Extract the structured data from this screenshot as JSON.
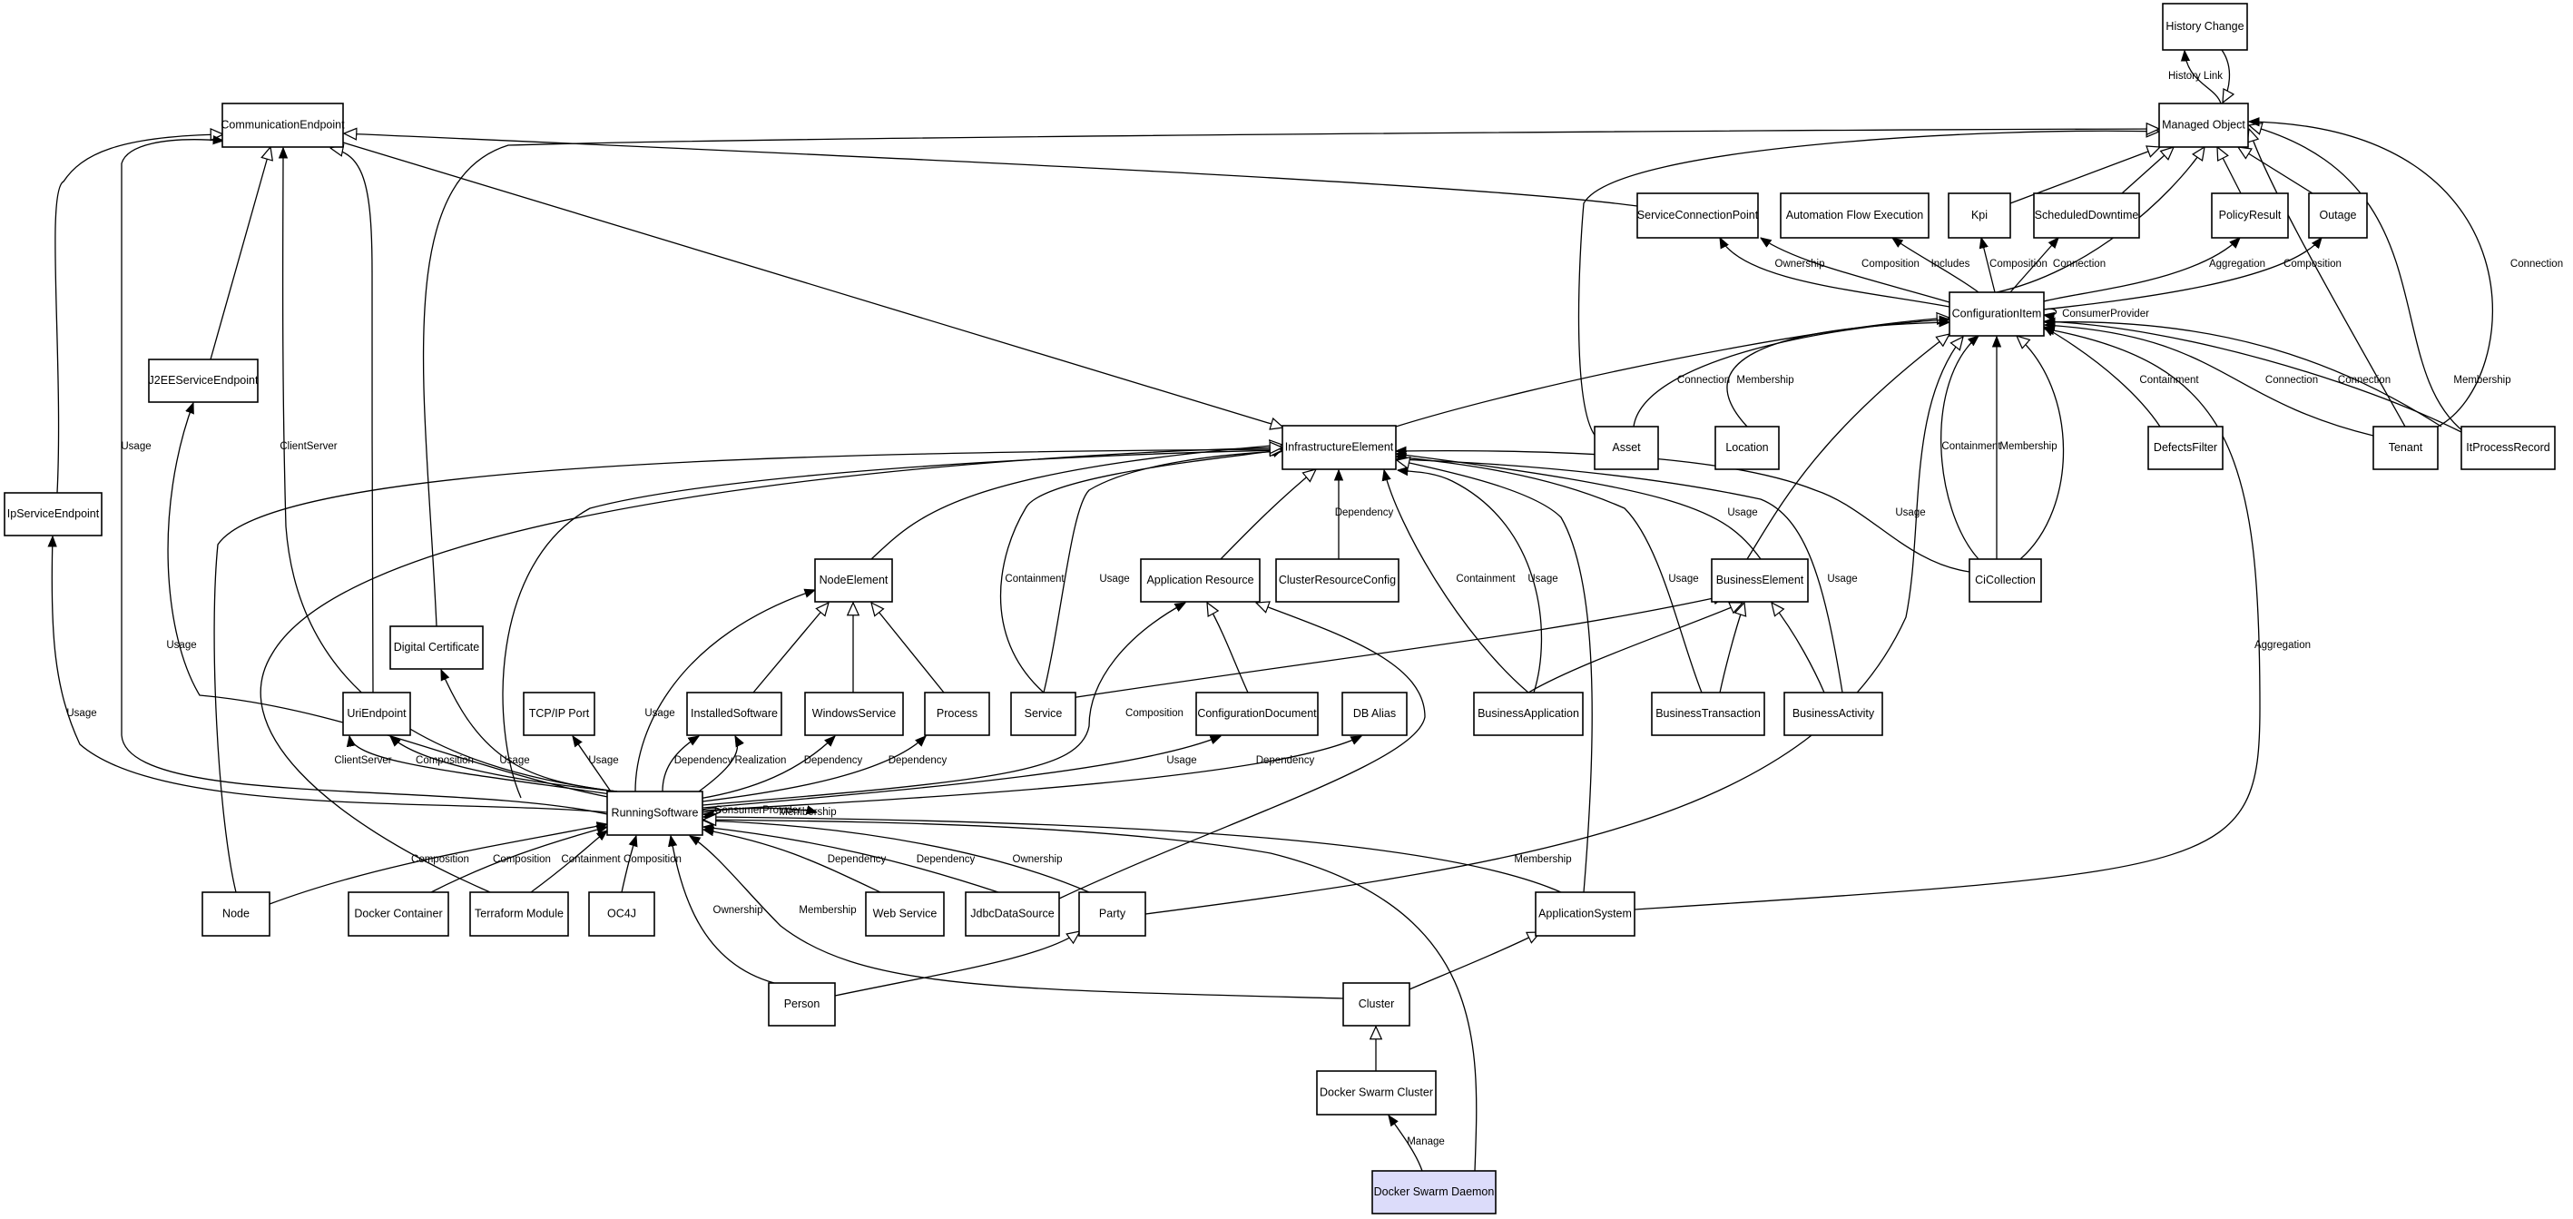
{
  "nodes": [
    {
      "id": "history_change",
      "label": "History Change"
    },
    {
      "id": "managed_object",
      "label": "Managed Object"
    },
    {
      "id": "communication_endpoint",
      "label": "CommunicationEndpoint"
    },
    {
      "id": "service_connection_point",
      "label": "ServiceConnectionPoint"
    },
    {
      "id": "automation_flow_execution",
      "label": "Automation Flow Execution"
    },
    {
      "id": "kpi",
      "label": "Kpi"
    },
    {
      "id": "scheduled_downtime",
      "label": "ScheduledDowntime"
    },
    {
      "id": "policy_result",
      "label": "PolicyResult"
    },
    {
      "id": "outage",
      "label": "Outage"
    },
    {
      "id": "configuration_item",
      "label": "ConfigurationItem"
    },
    {
      "id": "j2ee_service_endpoint",
      "label": "J2EEServiceEndpoint"
    },
    {
      "id": "infrastructure_element",
      "label": "InfrastructureElement"
    },
    {
      "id": "asset",
      "label": "Asset"
    },
    {
      "id": "location",
      "label": "Location"
    },
    {
      "id": "defects_filter",
      "label": "DefectsFilter"
    },
    {
      "id": "tenant",
      "label": "Tenant"
    },
    {
      "id": "it_process_record",
      "label": "ItProcessRecord"
    },
    {
      "id": "ip_service_endpoint",
      "label": "IpServiceEndpoint"
    },
    {
      "id": "node_element",
      "label": "NodeElement"
    },
    {
      "id": "application_resource",
      "label": "Application Resource"
    },
    {
      "id": "cluster_resource_config",
      "label": "ClusterResourceConfig"
    },
    {
      "id": "business_element",
      "label": "BusinessElement"
    },
    {
      "id": "ci_collection",
      "label": "CiCollection"
    },
    {
      "id": "digital_certificate",
      "label": "Digital Certificate"
    },
    {
      "id": "uri_endpoint",
      "label": "UriEndpoint"
    },
    {
      "id": "tcpip_port",
      "label": "TCP/IP Port"
    },
    {
      "id": "installed_software",
      "label": "InstalledSoftware"
    },
    {
      "id": "windows_service",
      "label": "WindowsService"
    },
    {
      "id": "process",
      "label": "Process"
    },
    {
      "id": "service",
      "label": "Service"
    },
    {
      "id": "configuration_document",
      "label": "ConfigurationDocument"
    },
    {
      "id": "db_alias",
      "label": "DB Alias"
    },
    {
      "id": "business_application",
      "label": "BusinessApplication"
    },
    {
      "id": "business_transaction",
      "label": "BusinessTransaction"
    },
    {
      "id": "business_activity",
      "label": "BusinessActivity"
    },
    {
      "id": "running_software",
      "label": "RunningSoftware"
    },
    {
      "id": "node",
      "label": "Node"
    },
    {
      "id": "docker_container",
      "label": "Docker Container"
    },
    {
      "id": "terraform_module",
      "label": "Terraform Module"
    },
    {
      "id": "oc4j",
      "label": "OC4J"
    },
    {
      "id": "web_service",
      "label": "Web Service"
    },
    {
      "id": "jdbc_data_source",
      "label": "JdbcDataSource"
    },
    {
      "id": "party",
      "label": "Party"
    },
    {
      "id": "application_system",
      "label": "ApplicationSystem"
    },
    {
      "id": "person",
      "label": "Person"
    },
    {
      "id": "cluster",
      "label": "Cluster"
    },
    {
      "id": "docker_swarm_cluster",
      "label": "Docker Swarm Cluster"
    },
    {
      "id": "docker_swarm_daemon",
      "label": "Docker Swarm Daemon"
    }
  ],
  "edges": [
    {
      "id": "e01",
      "from": "managed_object",
      "to": "history_change",
      "label": "History Link",
      "arrow": "filled"
    },
    {
      "id": "e02",
      "from": "history_change",
      "to": "managed_object",
      "label": "",
      "arrow": "hollow"
    },
    {
      "id": "e03",
      "from": "kpi",
      "to": "managed_object",
      "label": "",
      "arrow": "hollow"
    },
    {
      "id": "e04",
      "from": "scheduled_downtime",
      "to": "managed_object",
      "label": "",
      "arrow": "hollow"
    },
    {
      "id": "e05",
      "from": "policy_result",
      "to": "managed_object",
      "label": "",
      "arrow": "hollow"
    },
    {
      "id": "e06",
      "from": "outage",
      "to": "managed_object",
      "label": "",
      "arrow": "hollow"
    },
    {
      "id": "e07",
      "from": "configuration_item",
      "to": "managed_object",
      "label": "",
      "arrow": "hollow"
    },
    {
      "id": "e08",
      "from": "asset",
      "to": "managed_object",
      "label": "",
      "arrow": "hollow"
    },
    {
      "id": "e09",
      "from": "tenant",
      "to": "managed_object",
      "label": "",
      "arrow": "hollow"
    },
    {
      "id": "e10",
      "from": "it_process_record",
      "to": "managed_object",
      "label": "",
      "arrow": "hollow"
    },
    {
      "id": "e11",
      "from": "tenant",
      "to": "managed_object",
      "label": "Connection",
      "arrow": "filled"
    },
    {
      "id": "e12",
      "from": "digital_certificate",
      "to": "managed_object",
      "label": "",
      "arrow": "hollow"
    },
    {
      "id": "e13",
      "from": "service_connection_point",
      "to": "communication_endpoint",
      "label": "",
      "arrow": "hollow"
    },
    {
      "id": "e14",
      "from": "configuration_item",
      "to": "service_connection_point",
      "label": "Ownership",
      "arrow": "filled"
    },
    {
      "id": "e15",
      "from": "configuration_item",
      "to": "service_connection_point",
      "label": "Composition",
      "arrow": "filled"
    },
    {
      "id": "e16",
      "from": "configuration_item",
      "to": "automation_flow_execution",
      "label": "Includes",
      "arrow": "filled"
    },
    {
      "id": "e17",
      "from": "configuration_item",
      "to": "kpi",
      "label": "Composition",
      "arrow": "filled"
    },
    {
      "id": "e18",
      "from": "configuration_item",
      "to": "scheduled_downtime",
      "label": "Connection",
      "arrow": "filled"
    },
    {
      "id": "e19",
      "from": "configuration_item",
      "to": "policy_result",
      "label": "Aggregation",
      "arrow": "filled"
    },
    {
      "id": "e20",
      "from": "configuration_item",
      "to": "outage",
      "label": "Composition",
      "arrow": "filled"
    },
    {
      "id": "e21",
      "from": "configuration_item",
      "to": "configuration_item",
      "label": "ConsumerProvider",
      "arrow": "filled"
    },
    {
      "id": "e22",
      "from": "infrastructure_element",
      "to": "configuration_item",
      "label": "",
      "arrow": "hollow"
    },
    {
      "id": "e23",
      "from": "asset",
      "to": "configuration_item",
      "label": "Connection",
      "arrow": "filled"
    },
    {
      "id": "e24",
      "from": "location",
      "to": "configuration_item",
      "label": "Membership",
      "arrow": "filled"
    },
    {
      "id": "e25",
      "from": "defects_filter",
      "to": "configuration_item",
      "label": "Containment",
      "arrow": "filled"
    },
    {
      "id": "e26",
      "from": "tenant",
      "to": "configuration_item",
      "label": "Connection",
      "arrow": "filled"
    },
    {
      "id": "e27",
      "from": "it_process_record",
      "to": "configuration_item",
      "label": "Connection",
      "arrow": "filled"
    },
    {
      "id": "e28",
      "from": "tenant",
      "to": "configuration_item",
      "label": "Membership",
      "arrow": "filled"
    },
    {
      "id": "e29",
      "from": "ci_collection",
      "to": "configuration_item",
      "label": "Containment",
      "arrow": "filled"
    },
    {
      "id": "e30",
      "from": "ci_collection",
      "to": "configuration_item",
      "label": "Membership",
      "arrow": "filled"
    },
    {
      "id": "e31",
      "from": "ci_collection",
      "to": "configuration_item",
      "label": "",
      "arrow": "hollow"
    },
    {
      "id": "e32",
      "from": "business_element",
      "to": "configuration_item",
      "label": "",
      "arrow": "hollow"
    },
    {
      "id": "e33",
      "from": "application_system",
      "to": "configuration_item",
      "label": "Aggregation",
      "arrow": "filled"
    },
    {
      "id": "e34",
      "from": "party",
      "to": "configuration_item",
      "label": "",
      "arrow": "hollow"
    },
    {
      "id": "e35",
      "from": "j2ee_service_endpoint",
      "to": "communication_endpoint",
      "label": "",
      "arrow": "hollow"
    },
    {
      "id": "e36",
      "from": "ip_service_endpoint",
      "to": "communication_endpoint",
      "label": "",
      "arrow": "hollow"
    },
    {
      "id": "e37",
      "from": "uri_endpoint",
      "to": "communication_endpoint",
      "label": "",
      "arrow": "hollow"
    },
    {
      "id": "e38",
      "from": "communication_endpoint",
      "to": "infrastructure_element",
      "label": "",
      "arrow": "hollow"
    },
    {
      "id": "e39",
      "from": "running_software",
      "to": "communication_endpoint",
      "label": "Usage",
      "arrow": "filled"
    },
    {
      "id": "e40",
      "from": "running_software",
      "to": "communication_endpoint",
      "label": "ClientServer",
      "arrow": "filled"
    },
    {
      "id": "e41",
      "from": "running_software",
      "to": "j2ee_service_endpoint",
      "label": "Usage",
      "arrow": "filled"
    },
    {
      "id": "e42",
      "from": "running_software",
      "to": "ip_service_endpoint",
      "label": "Usage",
      "arrow": "filled"
    },
    {
      "id": "e43",
      "from": "node_element",
      "to": "infrastructure_element",
      "label": "",
      "arrow": "hollow"
    },
    {
      "id": "e44",
      "from": "application_resource",
      "to": "infrastructure_element",
      "label": "",
      "arrow": "hollow"
    },
    {
      "id": "e45",
      "from": "cluster_resource_config",
      "to": "infrastructure_element",
      "label": "Dependency",
      "arrow": "filled"
    },
    {
      "id": "e46",
      "from": "service",
      "to": "infrastructure_element",
      "label": "Containment",
      "arrow": "filled"
    },
    {
      "id": "e47",
      "from": "service",
      "to": "infrastructure_element",
      "label": "Usage",
      "arrow": "filled"
    },
    {
      "id": "e48",
      "from": "business_application",
      "to": "infrastructure_element",
      "label": "Containment",
      "arrow": "filled"
    },
    {
      "id": "e49",
      "from": "business_application",
      "to": "infrastructure_element",
      "label": "Usage",
      "arrow": "filled"
    },
    {
      "id": "e50",
      "from": "business_element",
      "to": "infrastructure_element",
      "label": "Usage",
      "arrow": "filled"
    },
    {
      "id": "e51",
      "from": "business_transaction",
      "to": "infrastructure_element",
      "label": "Usage",
      "arrow": "filled"
    },
    {
      "id": "e52",
      "from": "business_activity",
      "to": "infrastructure_element",
      "label": "Usage",
      "arrow": "filled"
    },
    {
      "id": "e53",
      "from": "ci_collection",
      "to": "infrastructure_element",
      "label": "Usage",
      "arrow": "filled"
    },
    {
      "id": "e54",
      "from": "node",
      "to": "infrastructure_element",
      "label": "",
      "arrow": "hollow"
    },
    {
      "id": "e55",
      "from": "running_software",
      "to": "infrastructure_element",
      "label": "",
      "arrow": "hollow"
    },
    {
      "id": "e56",
      "from": "terraform_module",
      "to": "infrastructure_element",
      "label": "",
      "arrow": "hollow"
    },
    {
      "id": "e57",
      "from": "application_system",
      "to": "infrastructure_element",
      "label": "",
      "arrow": "hollow"
    },
    {
      "id": "e58",
      "from": "installed_software",
      "to": "node_element",
      "label": "",
      "arrow": "hollow"
    },
    {
      "id": "e59",
      "from": "windows_service",
      "to": "node_element",
      "label": "",
      "arrow": "hollow"
    },
    {
      "id": "e60",
      "from": "process",
      "to": "node_element",
      "label": "",
      "arrow": "hollow"
    },
    {
      "id": "e61",
      "from": "configuration_document",
      "to": "application_resource",
      "label": "",
      "arrow": "hollow"
    },
    {
      "id": "e62",
      "from": "jdbc_data_source",
      "to": "application_resource",
      "label": "",
      "arrow": "hollow"
    },
    {
      "id": "e63",
      "from": "business_application",
      "to": "business_element",
      "label": "",
      "arrow": "hollow"
    },
    {
      "id": "e64",
      "from": "business_transaction",
      "to": "business_element",
      "label": "",
      "arrow": "hollow"
    },
    {
      "id": "e65",
      "from": "business_activity",
      "to": "business_element",
      "label": "",
      "arrow": "hollow"
    },
    {
      "id": "e66",
      "from": "service",
      "to": "business_element",
      "label": "",
      "arrow": "hollow"
    },
    {
      "id": "e67",
      "from": "running_software",
      "to": "node_element",
      "label": "Usage",
      "arrow": "filled"
    },
    {
      "id": "e68",
      "from": "running_software",
      "to": "digital_certificate",
      "label": "Usage",
      "arrow": "filled"
    },
    {
      "id": "e69",
      "from": "running_software",
      "to": "uri_endpoint",
      "label": "ClientServer",
      "arrow": "filled"
    },
    {
      "id": "e70",
      "from": "running_software",
      "to": "uri_endpoint",
      "label": "Composition",
      "arrow": "filled"
    },
    {
      "id": "e71",
      "from": "running_software",
      "to": "tcpip_port",
      "label": "Usage",
      "arrow": "filled"
    },
    {
      "id": "e72",
      "from": "running_software",
      "to": "installed_software",
      "label": "Dependency",
      "arrow": "filled"
    },
    {
      "id": "e73",
      "from": "running_software",
      "to": "installed_software",
      "label": "Realization",
      "arrow": "filled"
    },
    {
      "id": "e74",
      "from": "running_software",
      "to": "windows_service",
      "label": "Dependency",
      "arrow": "filled"
    },
    {
      "id": "e75",
      "from": "running_software",
      "to": "process",
      "label": "Dependency",
      "arrow": "filled"
    },
    {
      "id": "e76",
      "from": "running_software",
      "to": "application_resource",
      "label": "Composition",
      "arrow": "filled"
    },
    {
      "id": "e77",
      "from": "running_software",
      "to": "configuration_document",
      "label": "Usage",
      "arrow": "filled"
    },
    {
      "id": "e78",
      "from": "running_software",
      "to": "db_alias",
      "label": "Dependency",
      "arrow": "filled"
    },
    {
      "id": "e79",
      "from": "running_software",
      "to": "running_software",
      "label": "ConsumerProvider",
      "arrow": "filled"
    },
    {
      "id": "e80",
      "from": "running_software",
      "to": "running_software",
      "label": "Membership",
      "arrow": "filled"
    },
    {
      "id": "e81",
      "from": "node",
      "to": "running_software",
      "label": "Composition",
      "arrow": "filled"
    },
    {
      "id": "e82",
      "from": "docker_container",
      "to": "running_software",
      "label": "Composition",
      "arrow": "filled"
    },
    {
      "id": "e83",
      "from": "terraform_module",
      "to": "running_software",
      "label": "Containment",
      "arrow": "filled"
    },
    {
      "id": "e84",
      "from": "oc4j",
      "to": "running_software",
      "label": "Composition",
      "arrow": "filled"
    },
    {
      "id": "e85",
      "from": "web_service",
      "to": "running_software",
      "label": "Dependency",
      "arrow": "filled"
    },
    {
      "id": "e86",
      "from": "jdbc_data_source",
      "to": "running_software",
      "label": "Dependency",
      "arrow": "filled"
    },
    {
      "id": "e87",
      "from": "party",
      "to": "running_software",
      "label": "Ownership",
      "arrow": "filled"
    },
    {
      "id": "e88",
      "from": "application_system",
      "to": "running_software",
      "label": "Membership",
      "arrow": "filled"
    },
    {
      "id": "e89",
      "from": "person",
      "to": "running_software",
      "label": "Ownership",
      "arrow": "filled"
    },
    {
      "id": "e90",
      "from": "cluster",
      "to": "running_software",
      "label": "Membership",
      "arrow": "filled"
    },
    {
      "id": "e91",
      "from": "docker_swarm_daemon",
      "to": "running_software",
      "label": "",
      "arrow": "hollow"
    },
    {
      "id": "e92",
      "from": "person",
      "to": "party",
      "label": "",
      "arrow": "hollow"
    },
    {
      "id": "e93",
      "from": "cluster",
      "to": "application_system",
      "label": "",
      "arrow": "hollow"
    },
    {
      "id": "e94",
      "from": "docker_swarm_cluster",
      "to": "cluster",
      "label": "",
      "arrow": "hollow"
    },
    {
      "id": "e95",
      "from": "docker_swarm_daemon",
      "to": "docker_swarm_cluster",
      "label": "Manage",
      "arrow": "filled"
    }
  ]
}
